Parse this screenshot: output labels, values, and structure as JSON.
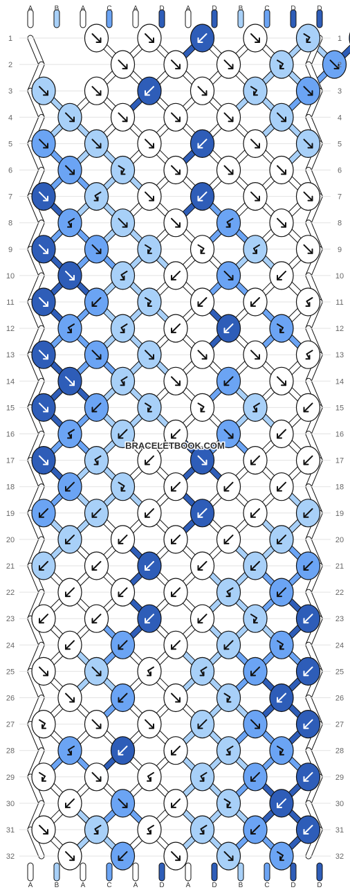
{
  "watermark": "BRACELETBOOK.COM",
  "strings_top": [
    "A",
    "B",
    "A",
    "C",
    "A",
    "D",
    "A",
    "D",
    "B",
    "C",
    "D",
    "D"
  ],
  "strings_bottom": [
    "A",
    "B",
    "A",
    "C",
    "A",
    "D",
    "A",
    "D",
    "B",
    "C",
    "D",
    "D"
  ],
  "row_numbers": [
    "1",
    "2",
    "3",
    "4",
    "5",
    "6",
    "7",
    "8",
    "9",
    "10",
    "11",
    "12",
    "13",
    "14",
    "15",
    "16",
    "17",
    "18",
    "19",
    "20",
    "21",
    "22",
    "23",
    "24",
    "25",
    "26",
    "27",
    "28",
    "29",
    "30",
    "31",
    "32"
  ],
  "colors": {
    "A": "#ffffff",
    "B": "#a8d0f8",
    "C": "#6ba4f4",
    "D": "#2e5db8"
  },
  "rows": [
    "1:A:r,2:A:r,3:D:l,4:A:r,5:B:rl,6:D:l",
    "1:A:r,2:A:r,3:A:r,4:B:rl,5:C:r",
    "0:B:r,1:A:r,2:D:l,3:A:r,4:B:rl,5:C:r",
    "0:B:r,1:A:r,2:A:r,3:A:r,4:B:r",
    "0:C:r,1:B:r,2:A:r,3:D:l,4:A:r,5:B:r",
    "0:C:r,1:B:rl,2:A:r,3:A:r,4:A:r",
    "0:D:r,1:B:lr,2:A:r,3:D:l,4:A:r,5:A:r",
    "0:C:lr,1:B:r,2:A:r,3:C:lr,4:A:r",
    "0:D:r,1:C:r,2:B:rl,3:A:rl,4:B:lr,5:A:r",
    "0:D:r,1:B:lr,2:A:l,3:C:r,4:A:l",
    "0:D:r,1:C:l,2:B:rl,3:A:l,4:A:l,5:A:lr",
    "0:C:lr,1:B:lr,2:A:l,3:D:l,4:C:rl",
    "0:D:r,1:C:r,2:B:r,3:A:r,4:A:r,5:A:lr",
    "0:D:r,1:B:lr,2:A:r,3:C:l,4:A:r",
    "0:D:r,1:C:l,2:B:rl,3:A:rl,4:B:lr,5:A:l",
    "0:C:lr,1:B:l,2:A:l,3:C:r,4:A:l",
    "0:D:r,1:B:lr,2:A:l,3:D:r,4:A:l,5:A:l",
    "0:C:l,1:B:rl,2:A:l,3:A:l,4:A:l",
    "0:C:l,1:B:l,2:A:l,3:D:l,4:A:l,5:B:l",
    "0:B:l,1:A:l,2:A:l,3:A:l,4:B:l",
    "0:B:l,1:A:l,2:D:l,3:A:l,4:B:l,5:C:l",
    "0:A:l,1:A:l,2:A:l,3:B:lr,4:C:l",
    "0:A:l,1:A:l,2:D:l,3:A:l,4:B:rl,5:D:l",
    "0:A:l,1:C:l,2:A:l,3:B:l,4:C:rl",
    "0:A:r,1:B:r,2:A:lr,3:B:lr,4:C:l,5:D:l",
    "0:A:r,1:C:l,2:A:r,3:B:rl,4:D:l",
    "0:A:rl,1:A:r,2:A:r,3:B:l,4:C:r,5:D:l",
    "0:C:lr,1:D:l,2:A:l,3:B:lr,4:C:rl",
    "0:A:rl,1:A:r,2:A:lr,3:B:lr,4:C:l,5:D:l",
    "0:A:l,1:C:r,2:A:l,3:B:rl,4:D:l",
    "0:A:r,1:B:lr,2:A:lr,3:B:lr,4:C:l,5:D:l",
    "0:A:r,1:C:l,2:A:r,3:B:r,4:C:rl"
  ]
}
